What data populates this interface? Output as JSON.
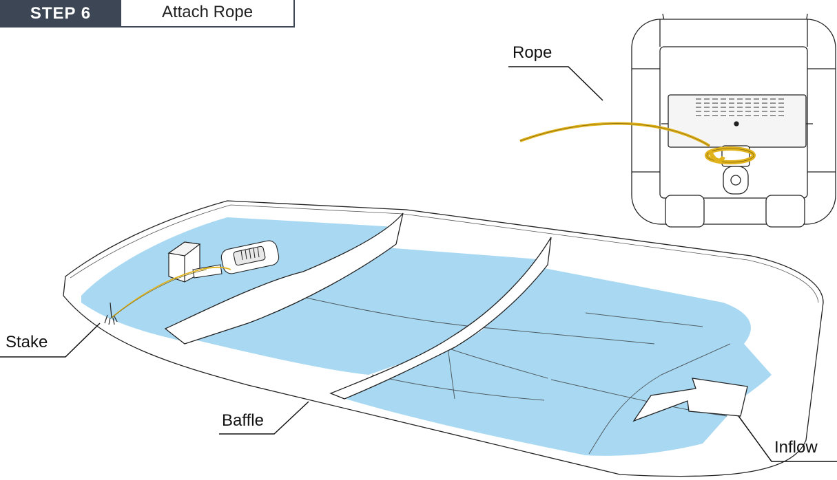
{
  "step": {
    "number": "STEP 6",
    "title": "Attach Rope"
  },
  "callouts": {
    "rope": "Rope",
    "stake": "Stake",
    "baffle": "Baffle",
    "inflow": "Inflow"
  },
  "colors": {
    "water": "#a9d9f2",
    "rope": "#e0b21c",
    "badge": "#3d4654"
  }
}
